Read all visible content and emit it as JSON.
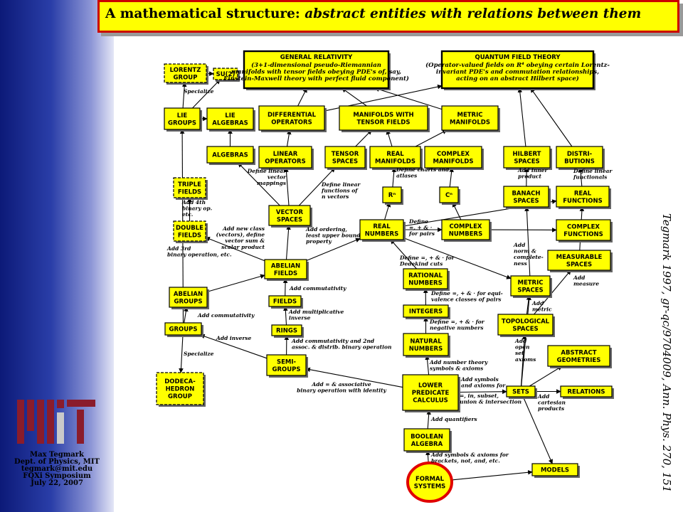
{
  "header": {
    "title_bold": "A mathematical structure:",
    "title_italic": " abstract entities with relations between them"
  },
  "logo": {
    "text": "MIT"
  },
  "credit": {
    "lines": [
      "Max Tegmark",
      "Dept. of Physics, MIT",
      "tegmark@mit.edu",
      "FQXi Symposium",
      "July 22, 2007"
    ]
  },
  "citation": "Tegmark 1997, gr-qc/9704009, Ann. Phys. 270, 151",
  "diagram": {
    "nodes": {
      "lorentz_group": [
        "LORENTZ",
        "GROUP"
      ],
      "su2": [
        "SU(2)"
      ],
      "general_relativity": [
        "GENERAL RELATIVITY"
      ],
      "general_relativity_desc": [
        "(3+1-dimensional pseudo-Riemannian",
        "manifolds with tensor fields obeying PDE's of, say,",
        "Einstein-Maxwell theory with perfect fluid component)"
      ],
      "quantum_field_theory": [
        "QUANTUM FIELD THEORY"
      ],
      "quantum_field_theory_desc": [
        "(Operator-valued fields on R⁴ obeying certain Lorentz-",
        "invariant PDE's and commutation relationships,",
        "acting on an abstract Hilbert space)"
      ],
      "lie_groups": [
        "LIE",
        "GROUPS"
      ],
      "lie_algebras": [
        "LIE",
        "ALGEBRAS"
      ],
      "differential_operators": [
        "DIFFERENTIAL",
        "OPERATORS"
      ],
      "manifolds_with_tensor_fields": [
        "MANIFOLDS WITH",
        "TENSOR FIELDS"
      ],
      "metric_manifolds": [
        "METRIC",
        "MANIFOLDS"
      ],
      "algebras": [
        "ALGEBRAS"
      ],
      "linear_operators": [
        "LINEAR",
        "OPERATORS"
      ],
      "tensor_spaces": [
        "TENSOR",
        "SPACES"
      ],
      "real_manifolds": [
        "REAL",
        "MANIFOLDS"
      ],
      "complex_manifolds": [
        "COMPLEX",
        "MANIFOLDS"
      ],
      "hilbert_spaces": [
        "HILBERT",
        "SPACES"
      ],
      "distributions": [
        "DISTRI-",
        "BUTIONS"
      ],
      "triple_fields": [
        "TRIPLE",
        "FIELDS"
      ],
      "rn": [
        "Rⁿ"
      ],
      "cn": [
        "Cⁿ"
      ],
      "banach_spaces": [
        "BANACH",
        "SPACES"
      ],
      "real_functions": [
        "REAL",
        "FUNCTIONS"
      ],
      "vector_spaces": [
        "VECTOR",
        "SPACES"
      ],
      "double_fields": [
        "DOUBLE",
        "FIELDS"
      ],
      "real_numbers": [
        "REAL",
        "NUMBERS"
      ],
      "complex_numbers": [
        "COMPLEX",
        "NUMBERS"
      ],
      "complex_functions": [
        "COMPLEX",
        "FUNCTIONS"
      ],
      "measurable_spaces": [
        "MEASURABLE",
        "SPACES"
      ],
      "abelian_fields": [
        "ABELIAN",
        "FIELDS"
      ],
      "rational_numbers": [
        "RATIONAL",
        "NUMBERS"
      ],
      "metric_spaces": [
        "METRIC",
        "SPACES"
      ],
      "abelian_groups": [
        "ABELIAN",
        "GROUPS"
      ],
      "fields": [
        "FIELDS"
      ],
      "integers": [
        "INTEGERS"
      ],
      "topological_spaces": [
        "TOPOLOGICAL",
        "SPACES"
      ],
      "groups": [
        "GROUPS"
      ],
      "rings": [
        "RINGS"
      ],
      "natural_numbers": [
        "NATURAL",
        "NUMBERS"
      ],
      "abstract_geometries": [
        "ABSTRACT",
        "GEOMETRIES"
      ],
      "semi_groups": [
        "SEMI-",
        "GROUPS"
      ],
      "dodecahedron_group": [
        "DODECA-",
        "HEDRON",
        "GROUP"
      ],
      "lower_predicate_calculus": [
        "LOWER",
        "PREDICATE",
        "CALCULUS"
      ],
      "sets": [
        "SETS"
      ],
      "relations": [
        "RELATIONS"
      ],
      "boolean_algebra": [
        "BOOLEAN",
        "ALGEBRA"
      ],
      "models": [
        "MODELS"
      ],
      "formal_systems": [
        "FORMAL",
        "SYSTEMS"
      ]
    },
    "labels": {
      "specialize_1": [
        "Specialize"
      ],
      "specialize_2": [
        "Specialize"
      ],
      "define_linear_vector_mappings": [
        "Define linear",
        "vector",
        "mappings"
      ],
      "define_linear_functions": [
        "Define linear",
        "functions of",
        "n vectors"
      ],
      "define_charts": [
        "Define charts and",
        "atlases"
      ],
      "add_inner_product": [
        "Add inner",
        "product"
      ],
      "define_linear_functionals": [
        "Define linear",
        "functionals"
      ],
      "add_4th_binary": [
        "Add 4th",
        "binary op.",
        "etc."
      ],
      "add_new_class": [
        "Add new class",
        "(vectors), define",
        "vector sum &",
        "scalar product"
      ],
      "add_ordering": [
        "Add ordering,",
        "least upper bound",
        "property"
      ],
      "define_pairs": [
        "Define",
        "=, + & ·",
        "for pairs"
      ],
      "add_norm": [
        "Add",
        "norm &",
        "complete-",
        "ness"
      ],
      "add_3rd_binary": [
        "Add 3rd",
        "binary operation, etc."
      ],
      "define_dedekind": [
        "Define =, + & · for",
        "Dedekind cuts"
      ],
      "add_measure": [
        "Add",
        "measure"
      ],
      "add_commutativity_1": [
        "Add commutativity"
      ],
      "define_equivalence": [
        "Define =, + & · for equi-",
        "valence classes of pairs"
      ],
      "add_metric": [
        "Add",
        "metric"
      ],
      "add_multiplicative_inverse": [
        "Add multiplicative",
        "inverse"
      ],
      "add_commutativity_2": [
        "Add commutativity"
      ],
      "define_negative": [
        "Define =, + & · for",
        "negative numbers"
      ],
      "add_inverse": [
        "Add inverse"
      ],
      "add_commutativity_2nd": [
        "Add commutativity and 2nd",
        "assoc. & distrib. binary operation"
      ],
      "add_open_set_axioms": [
        "Add",
        "open",
        "set",
        "axioms"
      ],
      "add_number_theory": [
        "Add number theory",
        "symbols & axioms"
      ],
      "add_associative": [
        "Add = & associative",
        "binary operation with identity"
      ],
      "add_symbols_axioms_for": [
        "Add symbols",
        "and axioms for"
      ],
      "eq_in_subset": [
        "=, in, subset,",
        "union & intersection"
      ],
      "add_cartesian": [
        "Add",
        "cartesian",
        "products"
      ],
      "add_quantifiers": [
        "Add quantifiers"
      ],
      "add_symbols_brackets": [
        "Add symbols & axioms for",
        "brackets, not, and, etc."
      ]
    }
  }
}
